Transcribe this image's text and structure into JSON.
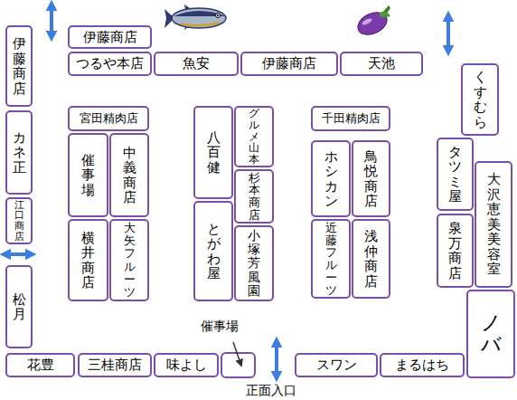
{
  "diagram": {
    "nodes": [
      {
        "text": [
          "伊藤商店"
        ]
      },
      {
        "text": [
          "つるや本店"
        ]
      },
      {
        "text": [
          "魚安"
        ]
      },
      {
        "text": [
          "伊藤商店"
        ]
      },
      {
        "text": [
          "天池"
        ]
      },
      {
        "text": [
          "伊藤商店"
        ]
      },
      {
        "text": [
          "カネ正"
        ]
      },
      {
        "text": [
          "江口商店"
        ]
      },
      {
        "text": [
          "松月"
        ]
      },
      {
        "text": [
          "宮田精肉店"
        ]
      },
      {
        "text": [
          "催事場"
        ]
      },
      {
        "text": [
          "中義商店"
        ]
      },
      {
        "text": [
          "横井商店"
        ]
      },
      {
        "text": [
          "大矢フルーツ"
        ]
      },
      {
        "text": [
          "八百健"
        ]
      },
      {
        "text": [
          "グルメ山本"
        ]
      },
      {
        "text": [
          "杉本商店"
        ]
      },
      {
        "text": [
          "とがわ屋"
        ]
      },
      {
        "text": [
          "小塚芳風園"
        ]
      },
      {
        "text": [
          "千田精肉店"
        ]
      },
      {
        "text": [
          "ホシカン"
        ]
      },
      {
        "text": [
          "鳥悦商店"
        ]
      },
      {
        "text": [
          "近藤フルーツ"
        ]
      },
      {
        "text": [
          "浅仲商店"
        ]
      },
      {
        "text": [
          "くすむら"
        ]
      },
      {
        "text": [
          "タツミ屋"
        ]
      },
      {
        "text": [
          "大沢恵美美容室"
        ]
      },
      {
        "text": [
          "泉万商店"
        ]
      },
      {
        "text": [
          "ノバ"
        ]
      },
      {
        "text": [
          "花豊"
        ]
      },
      {
        "text": [
          "三桂商店"
        ]
      },
      {
        "text": [
          "味よし"
        ]
      },
      {
        "text": [
          "スワン"
        ]
      },
      {
        "text": [
          "まるはち"
        ]
      }
    ],
    "edges": [],
    "labels": [
      "催事場",
      "正面入口"
    ]
  }
}
